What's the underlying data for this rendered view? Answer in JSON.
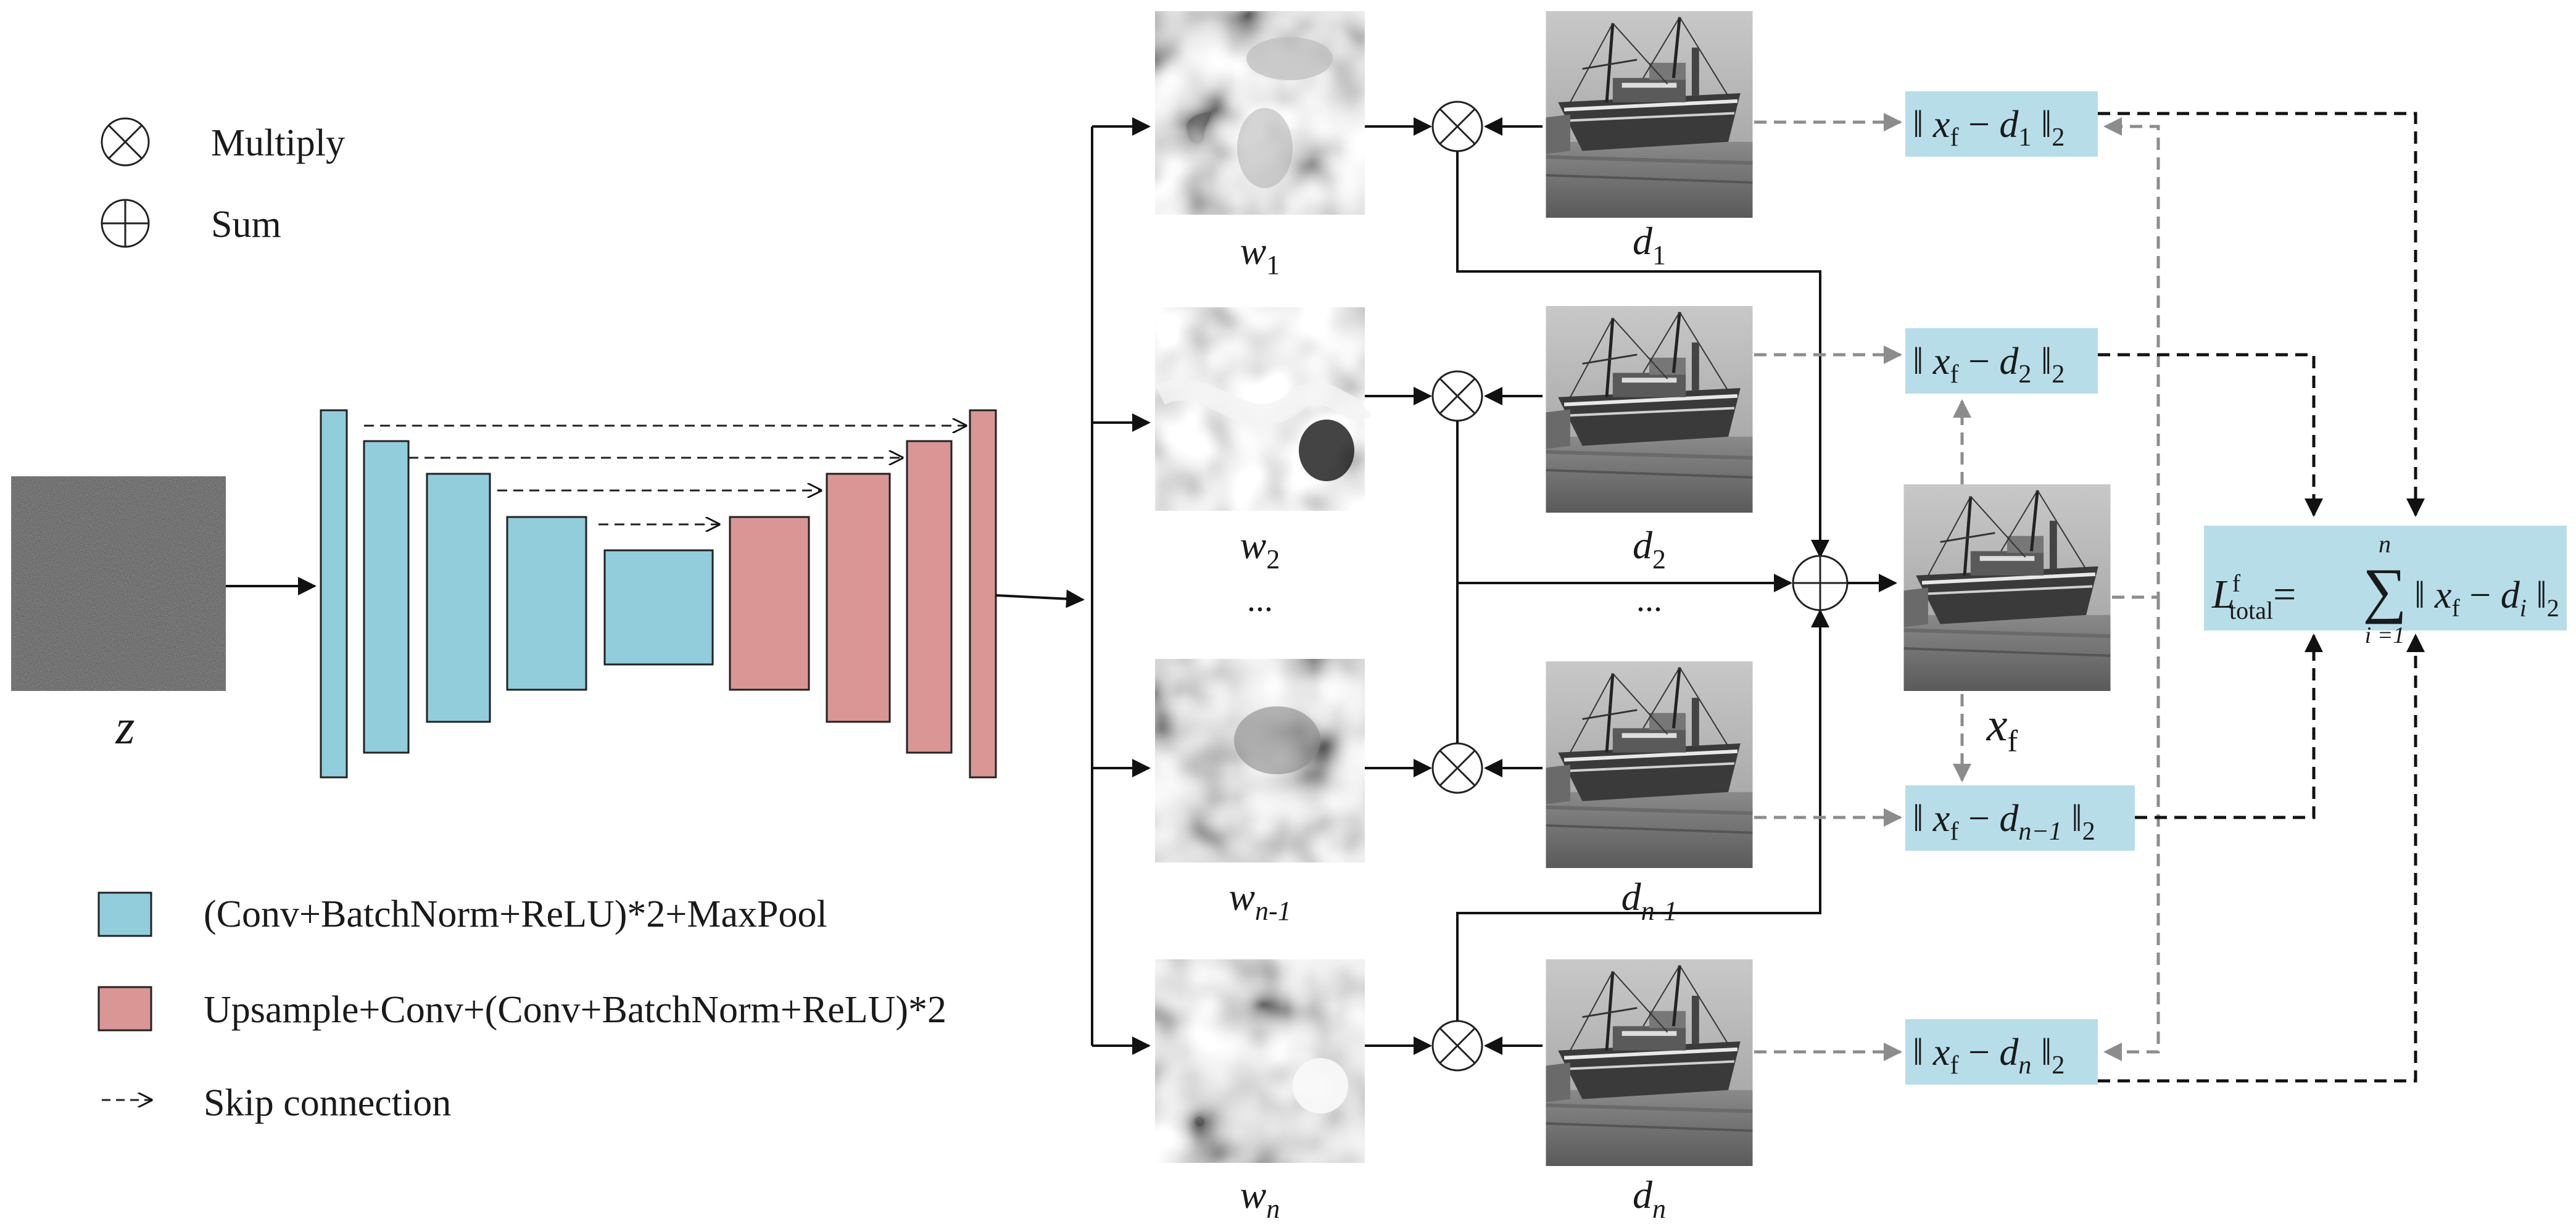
{
  "legend": {
    "multiply": "Multiply",
    "sum": "Sum",
    "encoder": "(Conv+BatchNorm+ReLU)*2+MaxPool",
    "decoder": "Upsample+Conv+(Conv+BatchNorm+ReLU)*2",
    "skip": "Skip connection"
  },
  "input_label": "z",
  "weights": {
    "w1": {
      "base": "w",
      "sub": "1"
    },
    "w2": {
      "base": "w",
      "sub": "2"
    },
    "wn1": {
      "base": "w",
      "sub": "n-1"
    },
    "wn": {
      "base": "w",
      "sub": "n"
    }
  },
  "images": {
    "d1": {
      "base": "d",
      "sub": "1"
    },
    "d2": {
      "base": "d",
      "sub": "2"
    },
    "dn1": {
      "base": "d",
      "sub": "n-1"
    },
    "dn": {
      "base": "d",
      "sub": "n"
    }
  },
  "ellipsis": "...",
  "fused": {
    "base": "x",
    "sub": "f"
  },
  "loss_boxes": {
    "l1": {
      "x": "x",
      "f": "f",
      "d": "d",
      "i": "1",
      "norm": "2"
    },
    "l2": {
      "x": "x",
      "f": "f",
      "d": "d",
      "i": "2",
      "norm": "2"
    },
    "ln1": {
      "x": "x",
      "f": "f",
      "d": "d",
      "i": "n−1",
      "norm": "2"
    },
    "ln": {
      "x": "x",
      "f": "f",
      "d": "d",
      "i": "n",
      "norm": "2"
    }
  },
  "total_loss": {
    "L": "L",
    "sup": "f",
    "sub": "total",
    "eq": "=",
    "sigma": "∑",
    "upper": "n",
    "lower": "i =1",
    "x": "x",
    "f": "f",
    "d": "d",
    "i": "i",
    "norm": "2"
  },
  "colors": {
    "encoder": "#92cddc",
    "decoder": "#d99694",
    "loss_box": "#b7dde8",
    "dashed_gray": "#8c8c8c"
  }
}
